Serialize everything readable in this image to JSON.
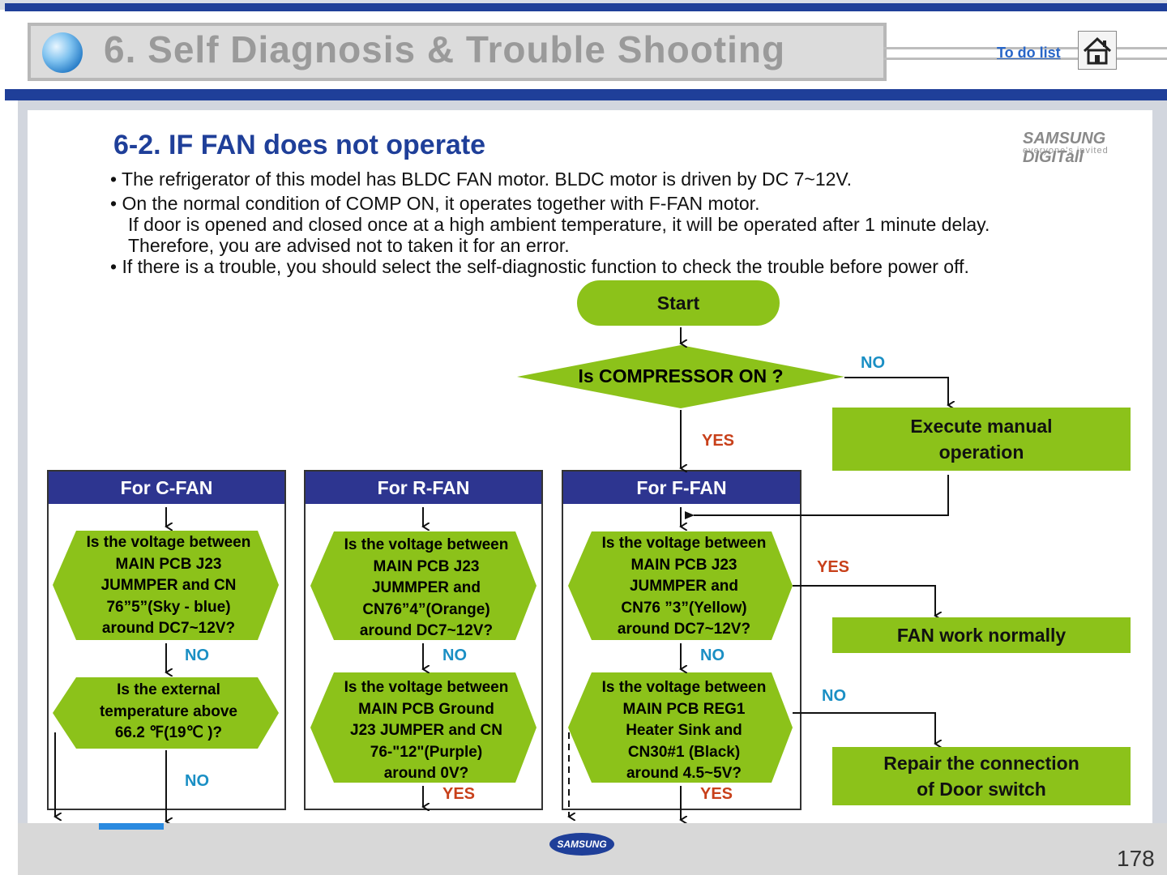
{
  "header": {
    "title": "6. Self Diagnosis & Trouble Shooting",
    "todo_link": "To do list",
    "home_icon": "home-icon"
  },
  "brand": {
    "logo_text": "SAMSUNG DIGITall",
    "logo_sub": "everyone's invited"
  },
  "section": {
    "title": "6-2. IF FAN does not operate",
    "bullets": [
      "• The refrigerator of this model has BLDC FAN motor. BLDC motor is driven by DC 7~12V.",
      "• On the normal condition of COMP ON, it operates together with F-FAN motor.",
      "If door is opened and closed once at a high ambient temperature, it will be operated after 1 minute delay.",
      "Therefore, you are advised not to taken it for an error.",
      "• If there is a trouble, you should select the self-diagnostic function to check the trouble before power off."
    ]
  },
  "flow": {
    "start": "Start",
    "compressor_q": "Is COMPRESSOR ON ?",
    "no_label": "NO",
    "yes_label": "YES",
    "execute_manual": [
      "Execute manual",
      "operation"
    ],
    "fan_normal": "FAN work normally",
    "repair_door": [
      "Repair the connection",
      "of Door switch"
    ],
    "columns": [
      {
        "header": "For C-FAN",
        "q1": [
          "Is the voltage between",
          "MAIN PCB J23",
          "JUMMPER and CN",
          "76”5”(Sky - blue)",
          "around DC7~12V?"
        ],
        "q2": [
          "Is the external",
          "temperature above",
          "66.2 ℉(19℃ )?"
        ],
        "l1": "NO",
        "l2": "NO"
      },
      {
        "header": "For  R-FAN",
        "q1": [
          "Is the voltage between",
          "MAIN PCB J23",
          "JUMMPER and",
          "CN76”4”(Orange)",
          "around DC7~12V?"
        ],
        "q2": [
          "Is the voltage between",
          "MAIN PCB Ground",
          "J23 JUMPER and CN",
          "76-\"12\"(Purple)",
          "around 0V?"
        ],
        "l1": "NO",
        "l2": "YES"
      },
      {
        "header": "For  F-FAN",
        "q1": [
          "Is the voltage between",
          "MAIN PCB J23",
          "JUMMPER and",
          "CN76 ”3”(Yellow)",
          "around DC7~12V?"
        ],
        "q2": [
          "Is the voltage between",
          "MAIN PCB REG1",
          "Heater Sink and",
          "CN30#1 (Black)",
          "around 4.5~5V?"
        ],
        "l1": "NO",
        "l2": "YES"
      }
    ],
    "side_yes": "YES",
    "side_no": "NO"
  },
  "footer": {
    "logo_text": "SAMSUNG",
    "page_number": "178"
  },
  "colors": {
    "navy": "#1f3f99",
    "green": "#8cc21a",
    "header_blue": "#2d3590",
    "yes_red": "#c8401a",
    "no_blue": "#1a8fc4"
  }
}
